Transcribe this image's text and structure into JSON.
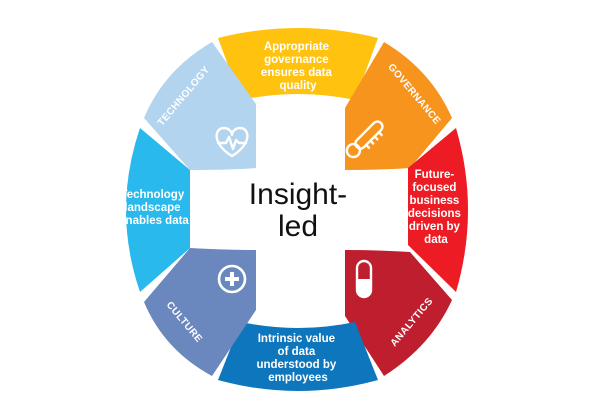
{
  "center": {
    "line1": "Insight-",
    "line2": "led"
  },
  "segments": {
    "top": {
      "color": "#FFC20E",
      "text": [
        "Appropriate",
        "governance",
        "ensures data",
        "quality"
      ]
    },
    "top_right": {
      "color": "#F7941D",
      "label": "GOVERNANCE",
      "icon": "thermometer-icon"
    },
    "right": {
      "color": "#ED1C24",
      "text": [
        "Future-",
        "focused",
        "business",
        "decisions",
        "driven by",
        "data"
      ]
    },
    "bottom_right": {
      "color": "#BE1E2D",
      "label": "ANALYTICS",
      "icon": "capsule-icon"
    },
    "bottom": {
      "color": "#0E76BC",
      "text": [
        "Intrinsic value",
        "of data",
        "understood by",
        "employees"
      ]
    },
    "bottom_left": {
      "color": "#6A87BE",
      "label": "CULTURE",
      "icon": "plus-icon"
    },
    "left": {
      "color": "#29B9EC",
      "text": [
        "Technology",
        "landscape",
        "enables data"
      ]
    },
    "top_left": {
      "color": "#B2D4EE",
      "label": "TECHNOLOGY",
      "icon": "heart-pulse-icon"
    }
  }
}
